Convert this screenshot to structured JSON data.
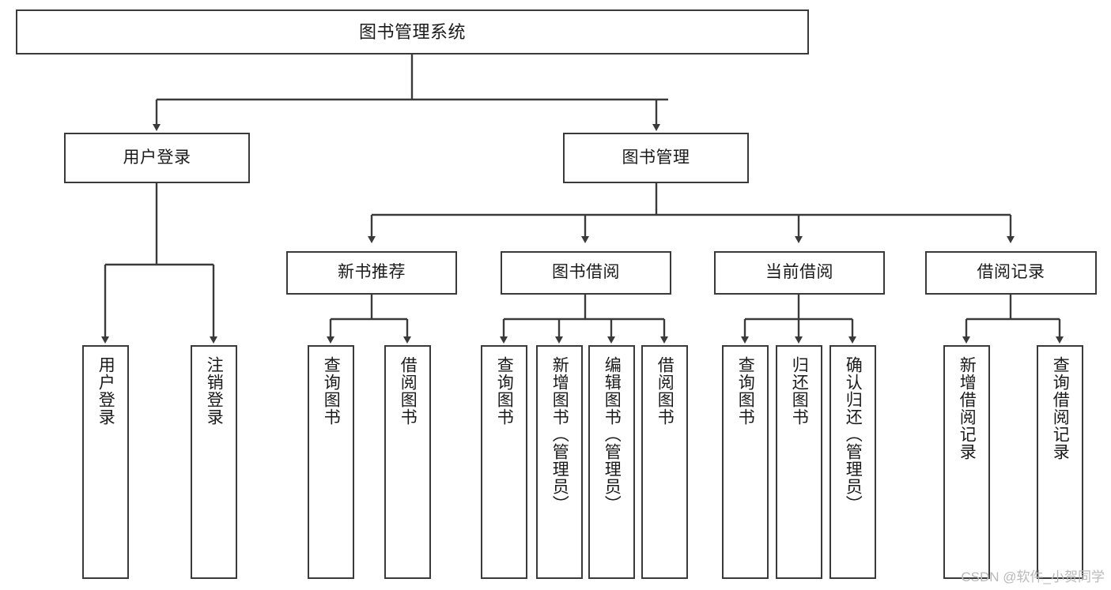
{
  "diagram": {
    "type": "tree",
    "title": "图书管理系统",
    "orientation": "top-down",
    "line_color": "#3a3a3a",
    "box_fill": "#ffffff",
    "text_color": "#1a1a1a"
  },
  "nodes": {
    "root": {
      "label": "图书管理系统"
    },
    "level1": [
      {
        "label": "用户登录"
      },
      {
        "label": "图书管理"
      }
    ],
    "level2": [
      {
        "label": "新书推荐"
      },
      {
        "label": "图书借阅"
      },
      {
        "label": "当前借阅"
      },
      {
        "label": "借阅记录"
      }
    ],
    "leaves": {
      "user_login": [
        {
          "label": "用户登录"
        },
        {
          "label": "注销登录"
        }
      ],
      "new_book": [
        {
          "label": "查询图书"
        },
        {
          "label": "借阅图书"
        }
      ],
      "book_borrow": [
        {
          "label": "查询图书"
        },
        {
          "label": "新增图书（管理员）"
        },
        {
          "label": "编辑图书（管理员）"
        },
        {
          "label": "借阅图书"
        }
      ],
      "current_borrow": [
        {
          "label": "查询图书"
        },
        {
          "label": "归还图书"
        },
        {
          "label": "确认归还（管理员）"
        }
      ],
      "borrow_record": [
        {
          "label": "新增借阅记录"
        },
        {
          "label": "查询借阅记录"
        }
      ]
    }
  },
  "watermark": {
    "text": "CSDN @软件_小贺同学"
  }
}
